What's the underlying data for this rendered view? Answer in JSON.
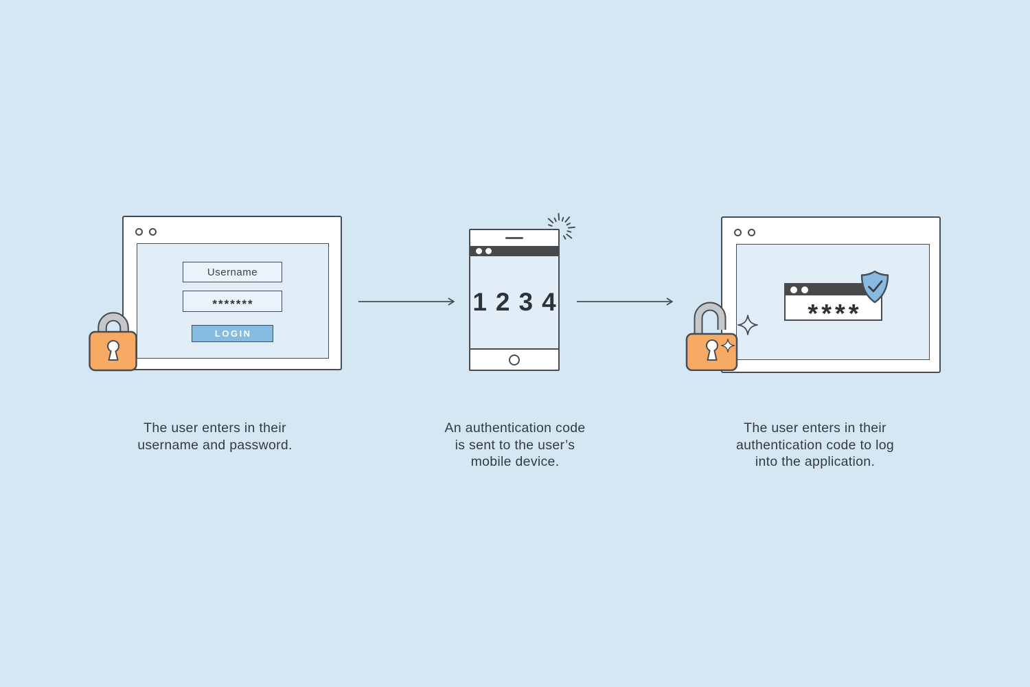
{
  "title": "Two-factor authentication flow diagram",
  "colors": {
    "background": "#D6E7F4",
    "stroke": "#474C54",
    "screen_blue": "#E1EEF8",
    "accent_blue": "#86BAE1",
    "lock_orange": "#F7AA64",
    "shackle_gray": "#C6C7C9",
    "dark_bar": "#48494B",
    "text": "#343A41",
    "white": "#FFFFFF"
  },
  "icons": {
    "lock_closed": "padlock-closed",
    "lock_open": "padlock-open",
    "shield": "shield-checkmark",
    "burst": "notification-burst",
    "sparkle": "sparkle-star",
    "arrow": "arrow-right",
    "window_dots": "window-control-dots",
    "speaker": "phone-speaker",
    "home": "phone-home-button"
  },
  "step1": {
    "window": {
      "username_value": "Username",
      "password_value": "*******",
      "login_label": "LOGIN"
    },
    "caption": [
      "The user enters in their",
      "username and password."
    ]
  },
  "step2": {
    "phone": {
      "auth_code": "1234"
    },
    "caption": [
      "An authentication code",
      "is sent to the user’s",
      "mobile device."
    ]
  },
  "step3": {
    "window": {
      "code_value": "****"
    },
    "caption": [
      "The user enters in their",
      "authentication code to log",
      "into the application."
    ]
  }
}
